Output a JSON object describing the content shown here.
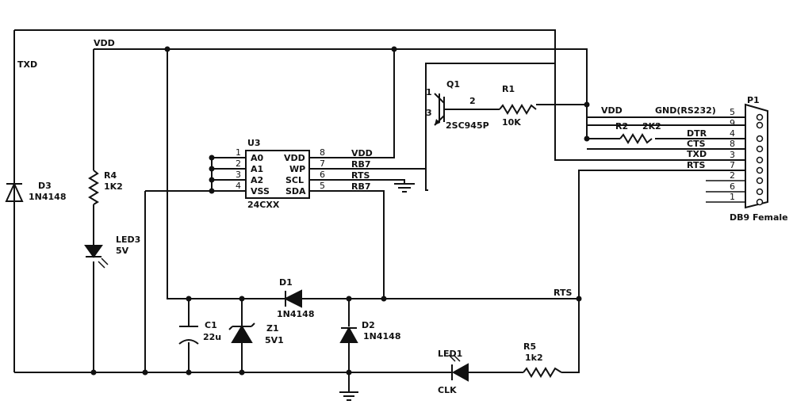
{
  "nets": {
    "txd": "TXD",
    "vdd": "VDD",
    "rts": "RTS"
  },
  "u3": {
    "ref": "U3",
    "part": "24CXX",
    "left_pins": [
      {
        "num": "1",
        "name": "A0"
      },
      {
        "num": "2",
        "name": "A1"
      },
      {
        "num": "3",
        "name": "A2"
      },
      {
        "num": "4",
        "name": "VSS"
      }
    ],
    "right_pins": [
      {
        "num": "8",
        "name": "VDD",
        "net": "VDD"
      },
      {
        "num": "7",
        "name": "WP",
        "net": "RB7"
      },
      {
        "num": "6",
        "name": "SCL",
        "net": "RTS"
      },
      {
        "num": "5",
        "name": "SDA",
        "net": "RB7"
      }
    ]
  },
  "q1": {
    "ref": "Q1",
    "part": "2SC945P",
    "pin1": "1",
    "pin2": "2",
    "pin3": "3"
  },
  "r1": {
    "ref": "R1",
    "value": "10K"
  },
  "r2": {
    "ref": "R2",
    "value": "2K2"
  },
  "r4": {
    "ref": "R4",
    "value": "1K2"
  },
  "r5": {
    "ref": "R5",
    "value": "1k2"
  },
  "d1": {
    "ref": "D1",
    "value": "1N4148"
  },
  "d2": {
    "ref": "D2",
    "value": "1N4148"
  },
  "d3": {
    "ref": "D3",
    "value": "1N4148"
  },
  "z1": {
    "ref": "Z1",
    "value": "5V1"
  },
  "c1": {
    "ref": "C1",
    "value": "22u"
  },
  "led3": {
    "ref": "LED3",
    "value": "5V"
  },
  "led1": {
    "ref": "LED1",
    "value": "CLK"
  },
  "p1": {
    "ref": "P1",
    "part": "DB9 Female",
    "vdd_label": "VDD",
    "gnd_label": "GND(RS232)",
    "rows": [
      {
        "pin": "5",
        "signal": "GND(RS232)"
      },
      {
        "pin": "9",
        "signal": ""
      },
      {
        "pin": "4",
        "signal": "DTR"
      },
      {
        "pin": "8",
        "signal": "CTS"
      },
      {
        "pin": "3",
        "signal": "TXD"
      },
      {
        "pin": "7",
        "signal": "RTS"
      },
      {
        "pin": "2",
        "signal": ""
      },
      {
        "pin": "6",
        "signal": ""
      },
      {
        "pin": "1",
        "signal": ""
      }
    ]
  }
}
